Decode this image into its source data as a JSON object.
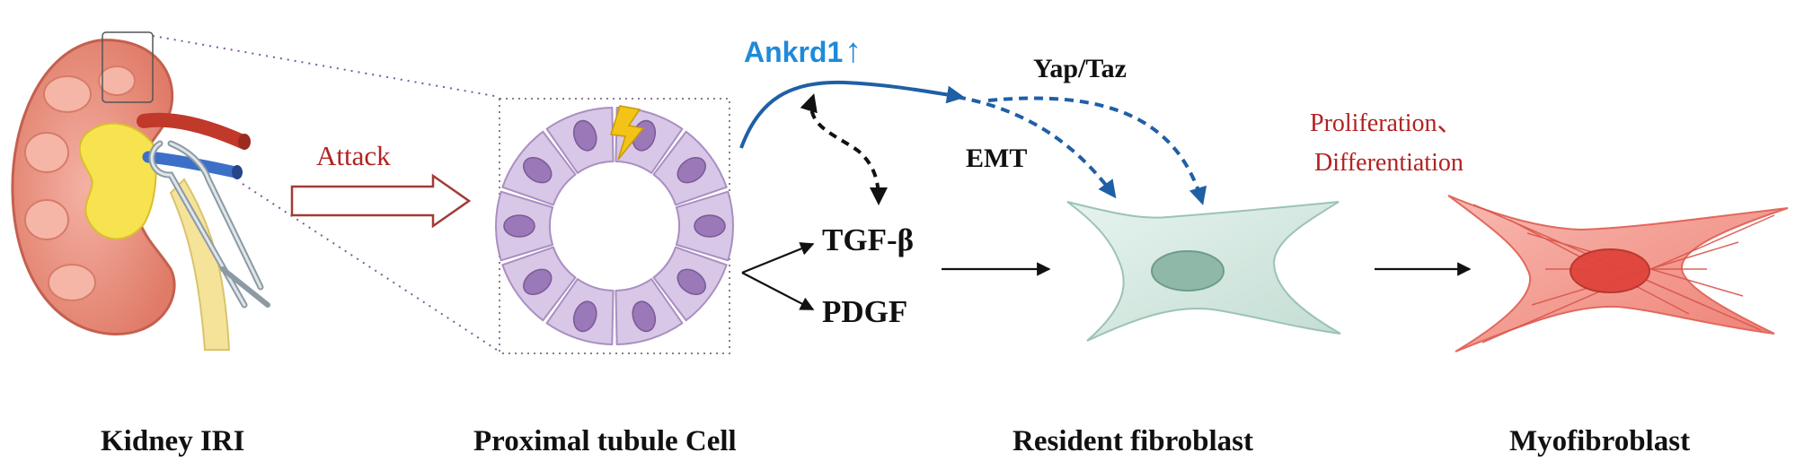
{
  "colors": {
    "arrow_blue": "#1f5fa6",
    "label_blue": "#1f8ad9",
    "attack_red": "#b22222",
    "kidney": "#e98a78",
    "tubule_cell": "#d8c7e6",
    "tubule_nucleus": "#9b78b8",
    "fibroblast": "#cfe7de",
    "fibroblast_nucleus": "#7aa898",
    "myofibroblast": "#f08b80",
    "myofibroblast_nucleus": "#d9443c"
  },
  "labels": {
    "attack": "Attack",
    "ankrd1": "Ankrd1",
    "ankrd1_arrow": "↑",
    "yap_taz": "Yap/Taz",
    "emt": "EMT",
    "tgf": "TGF-β",
    "pdgf": "PDGF",
    "proliferation": "Proliferation、",
    "differentiation": "Differentiation"
  },
  "captions": {
    "kidney": "Kidney IRI",
    "tubule": "Proximal tubule Cell",
    "fibroblast": "Resident fibroblast",
    "myofibroblast": "Myofibroblast"
  },
  "icons": [
    "kidney-icon",
    "clamp-icon",
    "lightning-icon",
    "tubule-cell-ring",
    "fibroblast-cell",
    "myofibroblast-cell"
  ]
}
